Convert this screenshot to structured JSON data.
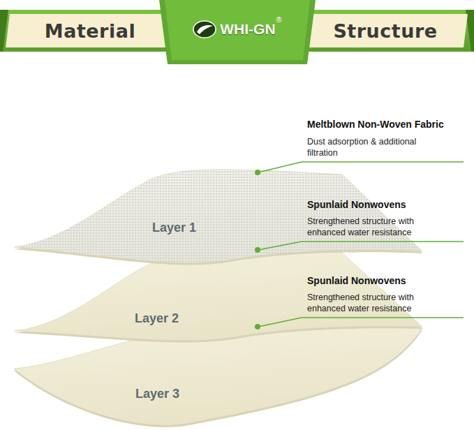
{
  "diagram": {
    "nodes": [
      {
        "text": [
          "Material"
        ]
      },
      {
        "text": [
          "WHI-GN",
          "®"
        ]
      },
      {
        "text": [
          "Structure"
        ]
      },
      {
        "text": [
          "Layer 1"
        ]
      },
      {
        "text": [
          "Layer 2"
        ]
      },
      {
        "text": [
          "Layer 3"
        ]
      }
    ],
    "labels": [
      "Meltblown Non-Woven Fabric",
      "Dust adsorption & additional filtration",
      "Spunlaid Nonwovens",
      "Strengthened structure with enhanced water resistance",
      "Spunlaid Nonwovens",
      "Strengthened structure with enhanced water resistance"
    ]
  }
}
